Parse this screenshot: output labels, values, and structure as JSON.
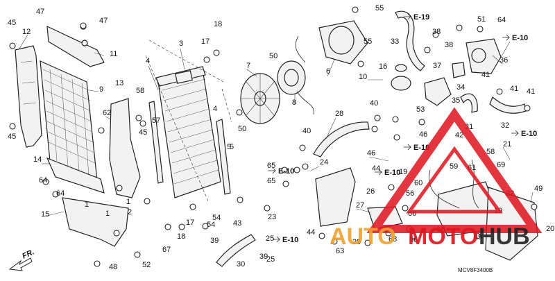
{
  "diagram": {
    "code": "MCV8F3400B",
    "front_label": "FR.",
    "ref_labels": [
      "E-19",
      "E-10",
      "E-10",
      "E-10",
      "E-10",
      "E-10",
      "E-10"
    ],
    "callouts": [
      "1",
      "1",
      "1",
      "2",
      "3",
      "4",
      "4",
      "5",
      "5",
      "6",
      "7",
      "8",
      "9",
      "10",
      "11",
      "12",
      "13",
      "14",
      "15",
      "16",
      "17",
      "17",
      "18",
      "18",
      "19",
      "19",
      "20",
      "21",
      "22",
      "23",
      "24",
      "25",
      "25",
      "26",
      "27",
      "28",
      "29",
      "30",
      "31",
      "32",
      "33",
      "34",
      "35",
      "36",
      "37",
      "38",
      "38",
      "39",
      "39",
      "40",
      "40",
      "41",
      "41",
      "41",
      "42",
      "43",
      "44",
      "44",
      "45",
      "45",
      "45",
      "46",
      "46",
      "47",
      "47",
      "48",
      "49",
      "49",
      "50",
      "50",
      "51",
      "52",
      "53",
      "54",
      "54",
      "55",
      "55",
      "56",
      "56",
      "57",
      "58",
      "58",
      "58",
      "59",
      "60",
      "61",
      "62",
      "63",
      "64",
      "64",
      "64",
      "65",
      "65",
      "66",
      "67",
      "68",
      "69"
    ]
  },
  "watermark": {
    "brand_left": "AUTO",
    "brand_mid": "MOTO",
    "brand_right": "HUB",
    "color_red": "#e0141e",
    "color_orange": "#f0a030",
    "color_dark": "#222222"
  }
}
